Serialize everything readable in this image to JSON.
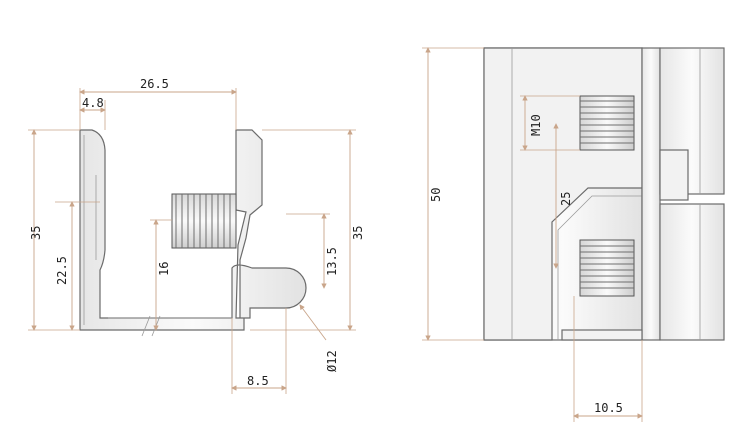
{
  "colors": {
    "dimension_line": "#c9a58a",
    "outline": "#6b6b6b",
    "text": "#222222",
    "background": "#ffffff"
  },
  "left_view": {
    "dims": {
      "overall_width": "26.5",
      "flange_width": "4.8",
      "left_height": "35",
      "lower_height": "22.5",
      "bolt_height": "16",
      "right_height": "35",
      "hook_height": "13.5",
      "hook_width": "8.5",
      "hook_diameter": "Ø12"
    }
  },
  "right_view": {
    "dims": {
      "overall_height": "50",
      "thread_size": "M10",
      "inner_height": "25",
      "offset_width": "10.5"
    }
  }
}
